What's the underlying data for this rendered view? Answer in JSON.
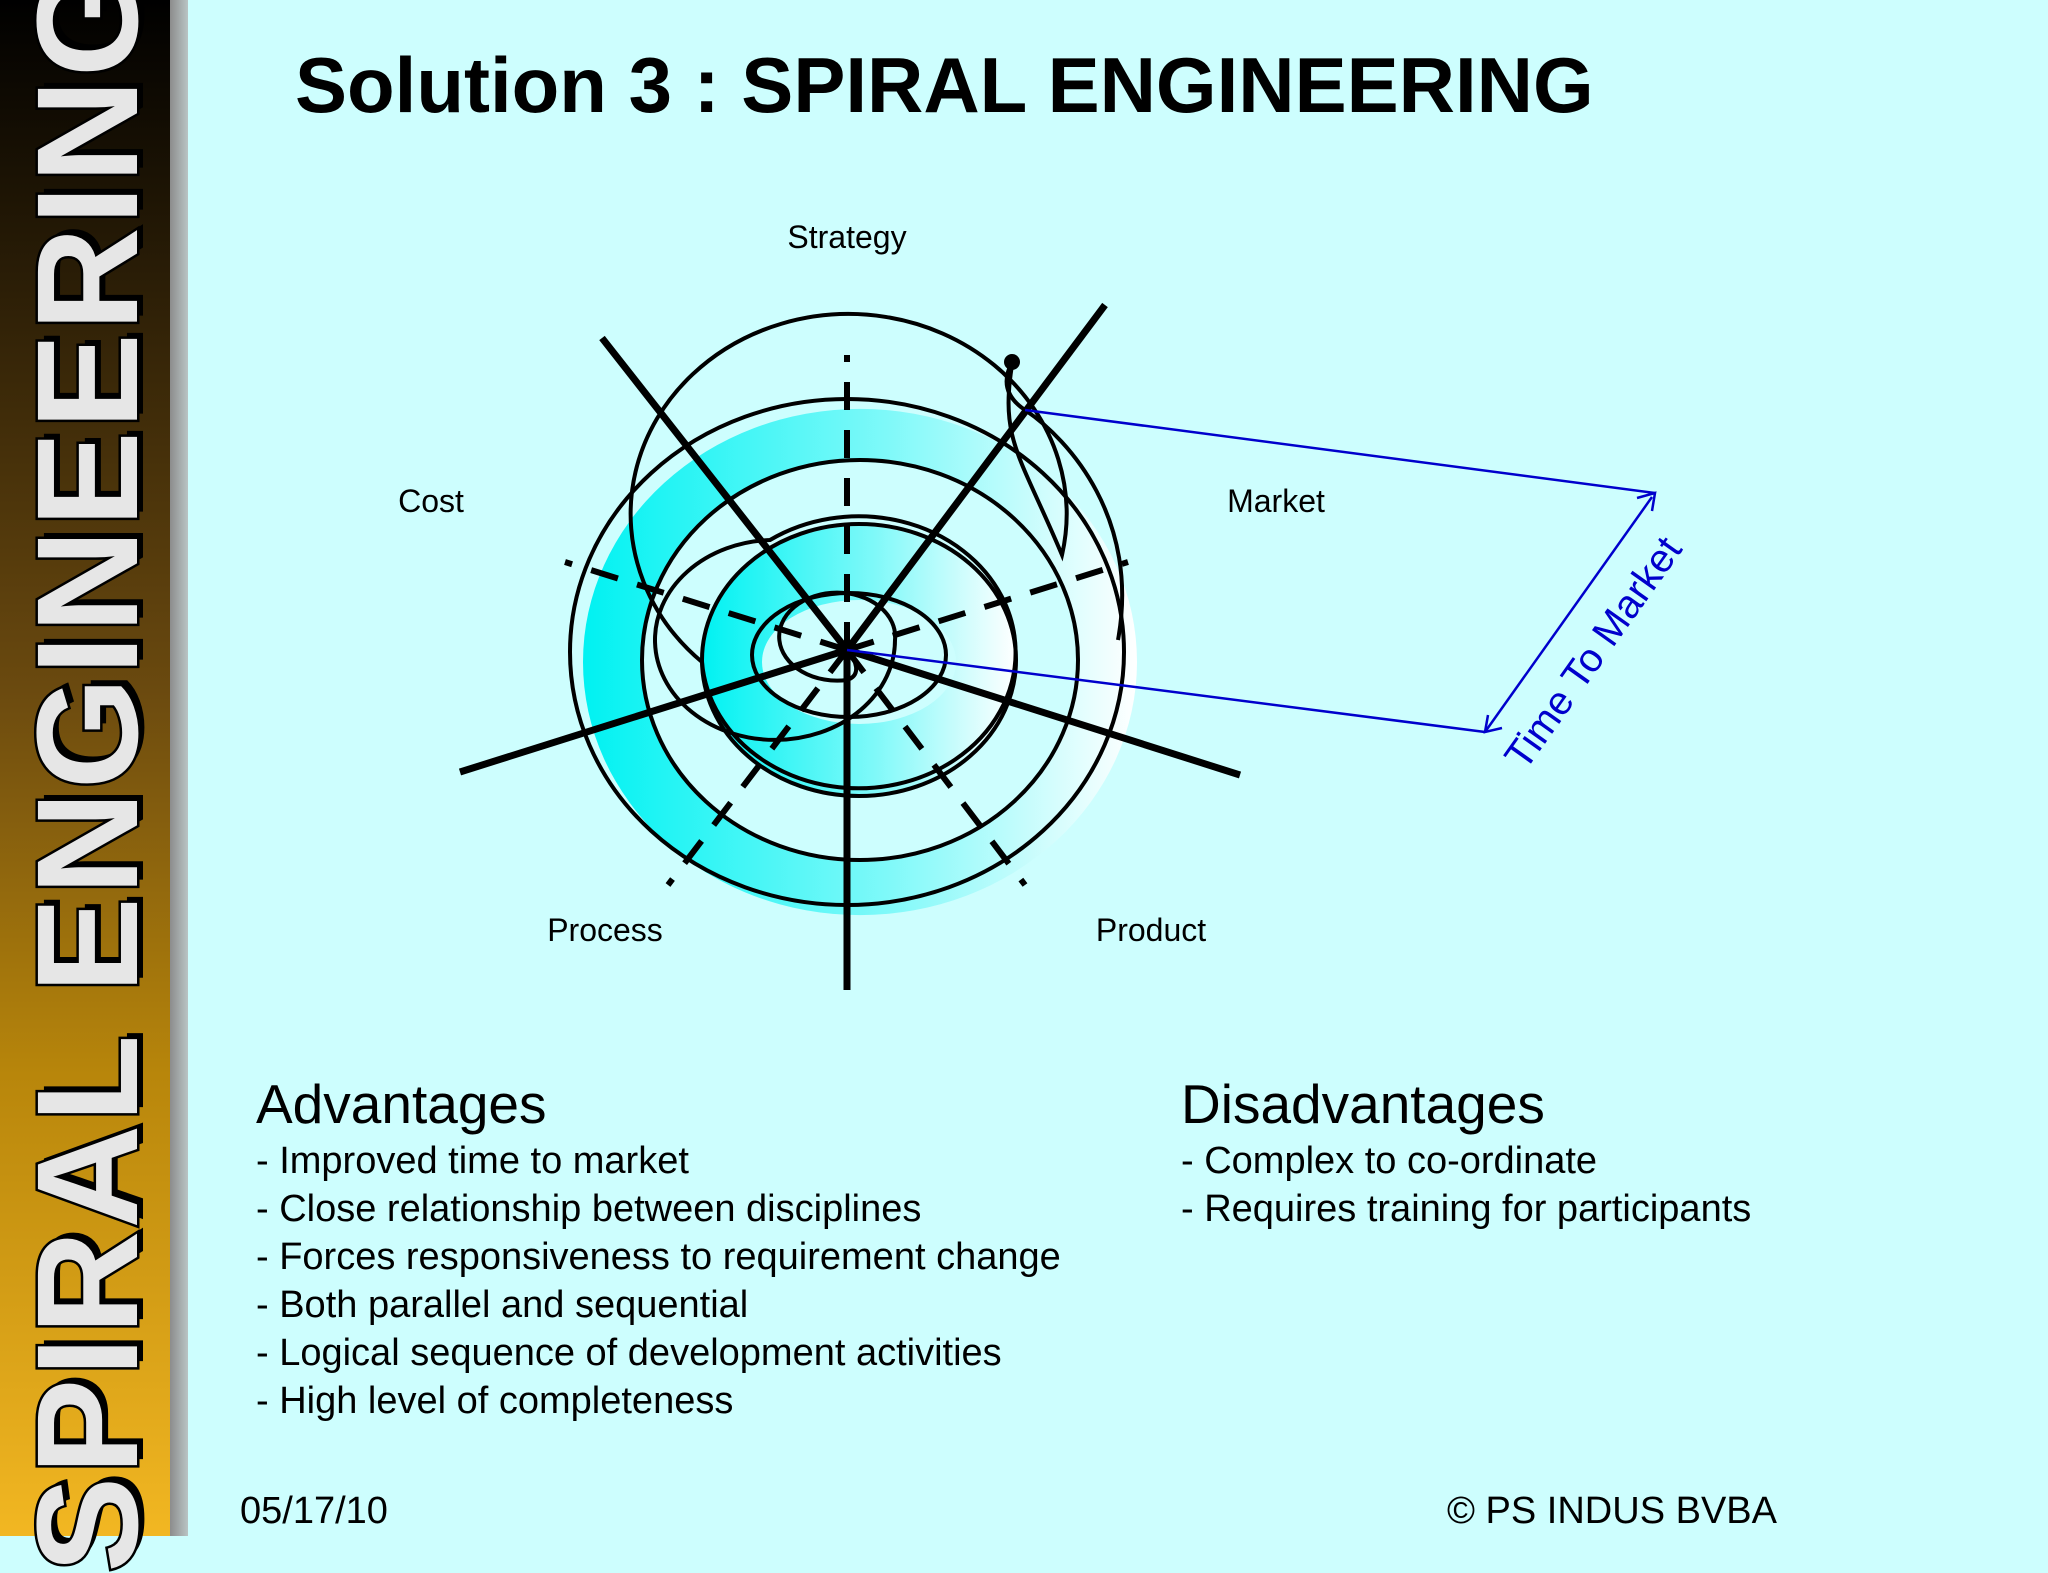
{
  "sidebar": {
    "text": "SPIRAL ENGINEERING"
  },
  "title": "Solution 3 : SPIRAL ENGINEERING",
  "diagram": {
    "labels": {
      "strategy": "Strategy",
      "cost": "Cost",
      "market": "Market",
      "process": "Process",
      "product": "Product"
    },
    "time_to_market": "Time To Market"
  },
  "advantages": {
    "heading": "Advantages",
    "items": [
      "- Improved time to market",
      "- Close relationship between disciplines",
      "- Forces responsiveness to requirement change",
      "- Both parallel and sequential",
      "- Logical sequence of development activities",
      "- High level of completeness"
    ]
  },
  "disadvantages": {
    "heading": "Disadvantages",
    "items": [
      "- Complex to co-ordinate",
      "- Requires training for participants"
    ]
  },
  "footer": {
    "date": "05/17/10",
    "copyright": "© PS INDUS BVBA"
  },
  "colors": {
    "background": "#cdfefe",
    "ring_fill": "#00f2f2",
    "arrow": "#0000cc"
  }
}
